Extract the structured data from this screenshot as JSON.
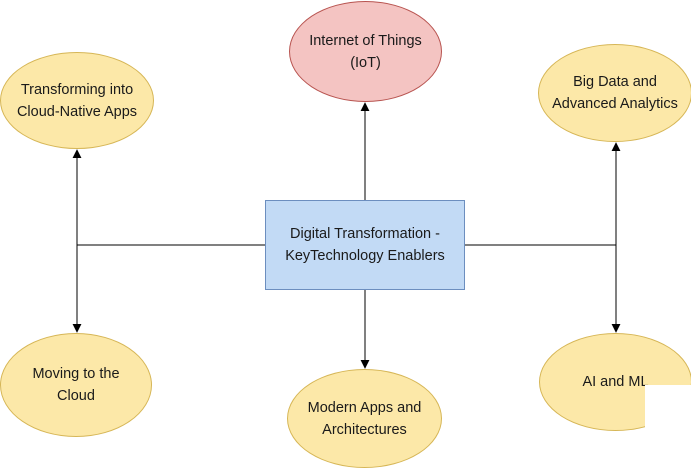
{
  "diagram": {
    "center": {
      "line1": "Digital Transformation -",
      "line2": "KeyTechnology Enablers"
    },
    "nodes": {
      "iot": {
        "line1": "Internet of Things",
        "line2": "(IoT)"
      },
      "cloud_native": {
        "line1": "Transforming into",
        "line2": "Cloud-Native Apps"
      },
      "big_data": {
        "line1": "Big Data and",
        "line2": "Advanced Analytics"
      },
      "cloud": {
        "line1": "Moving to the",
        "line2": "Cloud"
      },
      "modern_apps": {
        "line1": "Modern Apps and",
        "line2": "Architectures"
      },
      "ai_ml": {
        "line1": "AI and ML"
      }
    },
    "colors": {
      "ellipse_fill": "#fce8a8",
      "ellipse_stroke": "#d6b656",
      "iot_fill": "#f4c4c2",
      "iot_stroke": "#b85450",
      "center_fill": "#c2daf5",
      "center_stroke": "#6c8ebf",
      "connector": "#000000"
    }
  }
}
